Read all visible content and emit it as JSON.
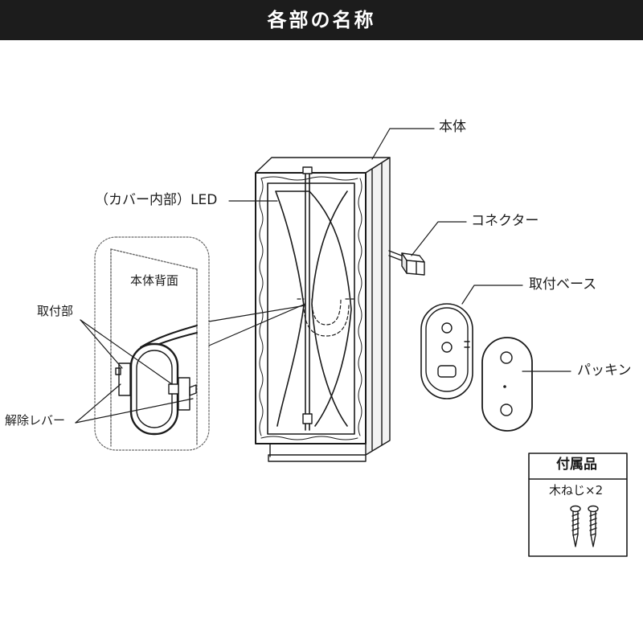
{
  "header": {
    "title": "各部の名称"
  },
  "labels": {
    "body": "本体",
    "led": "（カバー内部）LED",
    "connector": "コネクター",
    "mounting_base": "取付ベース",
    "packing": "パッキン",
    "body_back": "本体背面",
    "mounting_part": "取付部",
    "release_lever": "解除レバー"
  },
  "accessories": {
    "title": "付属品",
    "item": "木ねじ×2"
  },
  "colors": {
    "header_bg": "#1c1c1c",
    "header_text": "#ffffff",
    "line": "#1a1a1a"
  }
}
